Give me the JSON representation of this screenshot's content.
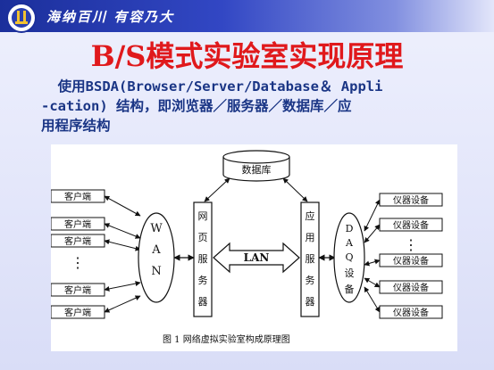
{
  "header": {
    "motto": "海纳百川 有容乃大"
  },
  "slide": {
    "title": "B/S模式实验室实现原理",
    "body_lines": [
      "  使用BSDA(Browser/Server/Database＆ Appli",
      "-cation) 结构，即浏览器／服务器／数据库／应",
      "用程序结构"
    ]
  },
  "diagram": {
    "database": "数据库",
    "clients": [
      "客户端",
      "客户端",
      "客户端",
      "客户端",
      "客户端"
    ],
    "wan": [
      "W",
      "A",
      "N"
    ],
    "web_server": [
      "网",
      "页",
      "服",
      "务",
      "器"
    ],
    "lan": "LAN",
    "app_server": [
      "应",
      "用",
      "服",
      "务",
      "器"
    ],
    "daq": [
      "D",
      "A",
      "Q",
      "设",
      "备"
    ],
    "devices": [
      "仪器设备",
      "仪器设备",
      "仪器设备",
      "仪器设备",
      "仪器设备"
    ],
    "ellipsis": "⋮",
    "caption": "图 1  网络虚拟实验室构成原理图"
  }
}
